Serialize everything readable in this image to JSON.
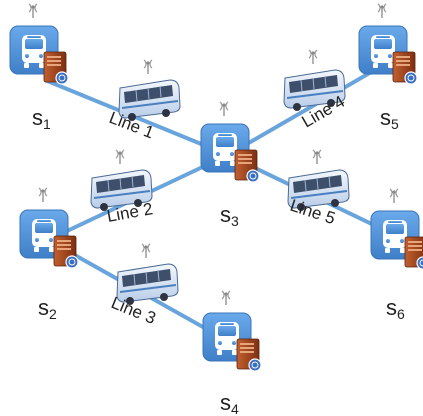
{
  "stations": [
    {
      "id": "s1",
      "label": "s",
      "sub": "1"
    },
    {
      "id": "s2",
      "label": "s",
      "sub": "2"
    },
    {
      "id": "s3",
      "label": "s",
      "sub": "3"
    },
    {
      "id": "s4",
      "label": "s",
      "sub": "4"
    },
    {
      "id": "s5",
      "label": "s",
      "sub": "5"
    },
    {
      "id": "s6",
      "label": "s",
      "sub": "6"
    }
  ],
  "lines": [
    {
      "id": "line1",
      "label": "Line 1",
      "from": "s1",
      "to": "s3"
    },
    {
      "id": "line2",
      "label": "Line 2",
      "from": "s2",
      "to": "s3"
    },
    {
      "id": "line3",
      "label": "Line 3",
      "from": "s2",
      "to": "s4"
    },
    {
      "id": "line4",
      "label": "Line 4",
      "from": "s3",
      "to": "s5"
    },
    {
      "id": "line5",
      "label": "Line 5",
      "from": "s3",
      "to": "s6"
    }
  ],
  "colors": {
    "line": "#6aa4dc",
    "station_tile": "#4f8fd6",
    "bus_body": "#dde8f6",
    "server": "#a9471f"
  }
}
